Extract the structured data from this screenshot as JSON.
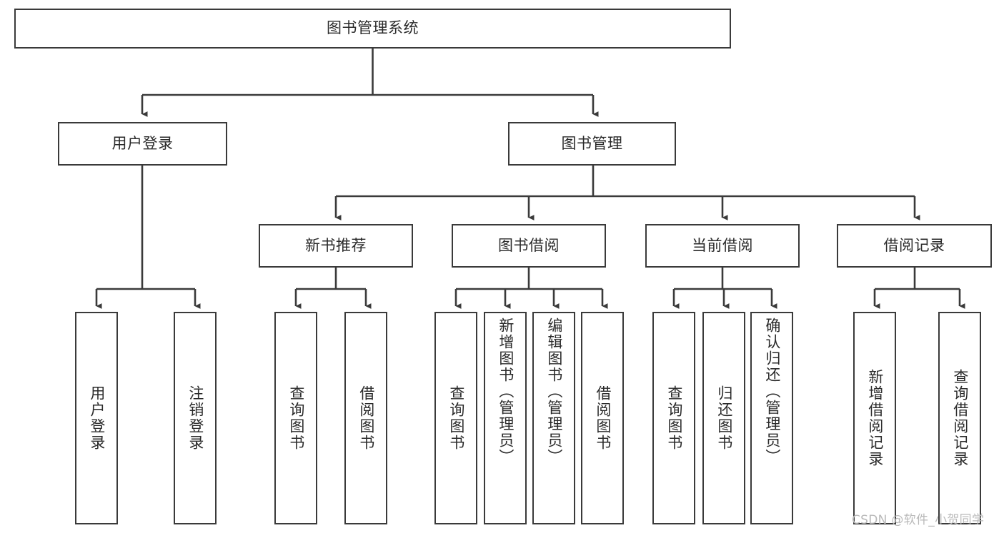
{
  "diagram": {
    "type": "hierarchy-tree",
    "title_node": {
      "label": "图书管理系统"
    },
    "level1": [
      {
        "label": "用户登录"
      },
      {
        "label": "图书管理"
      }
    ],
    "level2": [
      {
        "label": "新书推荐"
      },
      {
        "label": "图书借阅"
      },
      {
        "label": "当前借阅"
      },
      {
        "label": "借阅记录"
      }
    ],
    "leaves": {
      "user_login": [
        {
          "label": "用户登录"
        },
        {
          "label": "注销登录"
        }
      ],
      "new_book_recommend": [
        {
          "label": "查询图书"
        },
        {
          "label": "借阅图书"
        }
      ],
      "book_borrow": [
        {
          "label": "查询图书"
        },
        {
          "label": "新增图书（管理员）"
        },
        {
          "label": "编辑图书（管理员）"
        },
        {
          "label": "借阅图书"
        }
      ],
      "current_borrow": [
        {
          "label": "查询图书"
        },
        {
          "label": "归还图书"
        },
        {
          "label": "确认归还（管理员）"
        }
      ],
      "borrow_record": [
        {
          "label": "新增借阅记录"
        },
        {
          "label": "查询借阅记录"
        }
      ]
    }
  },
  "watermark": {
    "text": "CSDN @软件_小贺同学"
  },
  "colors": {
    "border": "#3a3a3a",
    "background": "#ffffff",
    "text": "#2a2a2a",
    "watermark": "#b9b9b9"
  }
}
